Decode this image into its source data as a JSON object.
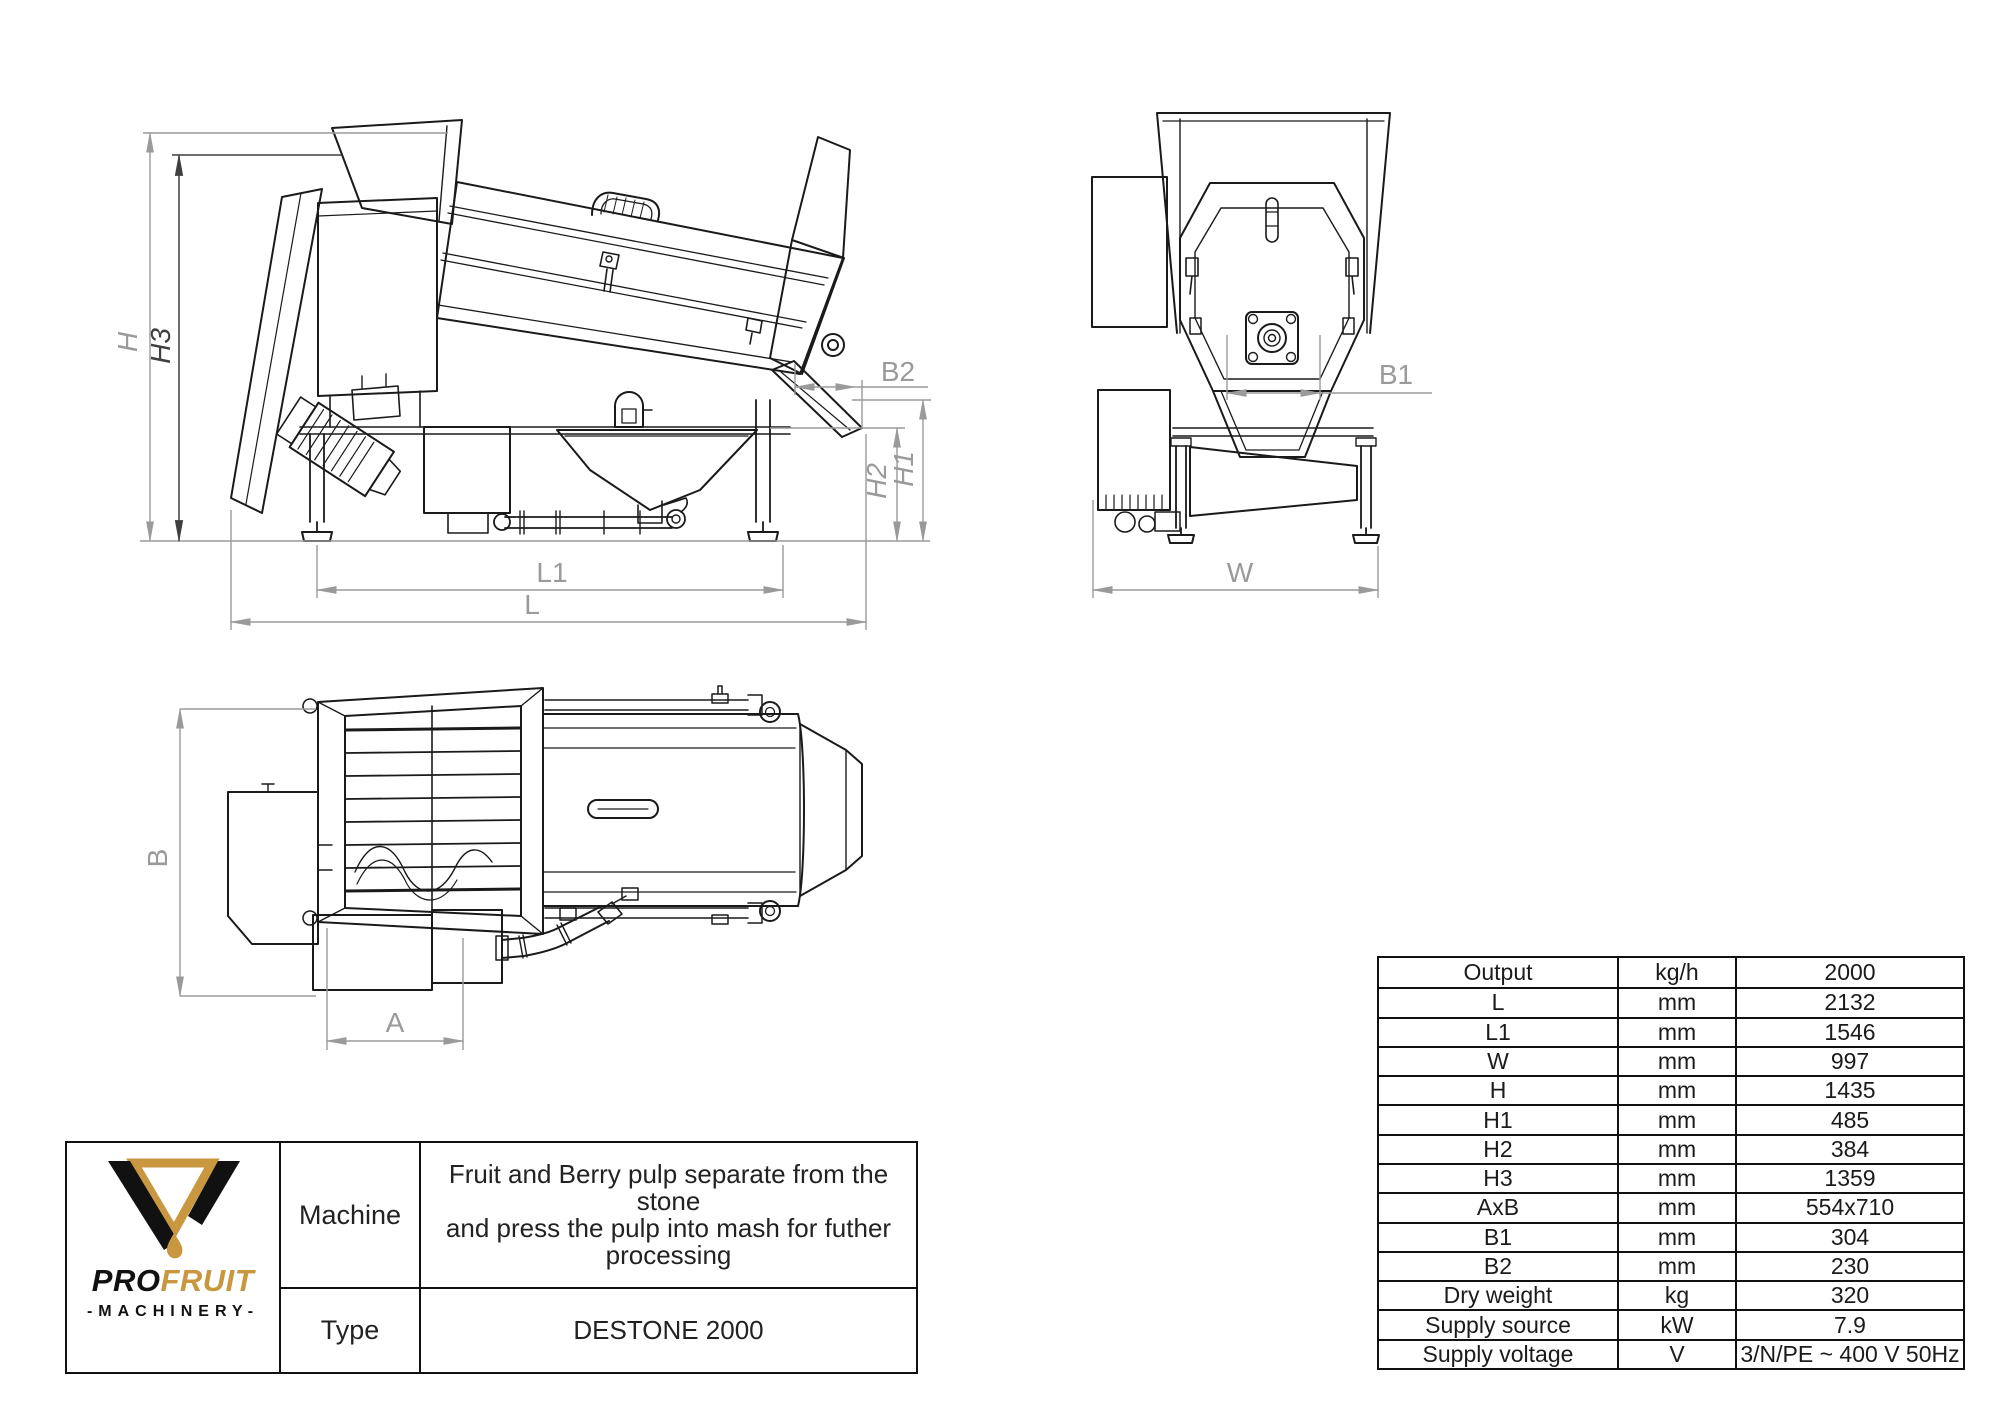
{
  "drawing": {
    "side_view": {
      "labels": {
        "h": "H",
        "h3": "H3",
        "b2": "B2",
        "h2": "H2",
        "h1": "H1",
        "l1": "L1",
        "l": "L"
      }
    },
    "front_view": {
      "labels": {
        "b1": "B1",
        "w": "W"
      }
    },
    "top_view": {
      "labels": {
        "b": "B",
        "a": "A"
      }
    }
  },
  "title_block": {
    "logo": {
      "brand_black": "PRO",
      "brand_gold": "FRUIT",
      "subtitle": "-MACHINERY-"
    },
    "machine_label": "Machine",
    "machine_description_lines": [
      "Fruit and Berry pulp separate from the stone",
      "and press the pulp into mash for futher",
      "processing"
    ],
    "type_label": "Type",
    "type_value": "DESTONE 2000"
  },
  "spec_table": {
    "rows": [
      {
        "param": "Output",
        "unit": "kg/h",
        "value": "2000"
      },
      {
        "param": "L",
        "unit": "mm",
        "value": "2132"
      },
      {
        "param": "L1",
        "unit": "mm",
        "value": "1546"
      },
      {
        "param": "W",
        "unit": "mm",
        "value": "997"
      },
      {
        "param": "H",
        "unit": "mm",
        "value": "1435"
      },
      {
        "param": "H1",
        "unit": "mm",
        "value": "485"
      },
      {
        "param": "H2",
        "unit": "mm",
        "value": "384"
      },
      {
        "param": "H3",
        "unit": "mm",
        "value": "1359"
      },
      {
        "param": "AxB",
        "unit": "mm",
        "value": "554x710"
      },
      {
        "param": "B1",
        "unit": "mm",
        "value": "304"
      },
      {
        "param": "B2",
        "unit": "mm",
        "value": "230"
      },
      {
        "param": "Dry weight",
        "unit": "kg",
        "value": "320"
      },
      {
        "param": "Supply source",
        "unit": "kW",
        "value": "7.9"
      },
      {
        "param": "Supply voltage",
        "unit": "V",
        "value": "3/N/PE ~ 400 V 50Hz"
      }
    ]
  },
  "colors": {
    "line": "#1a1a1a",
    "dim": "#9a9a9a",
    "dim_dark": "#3f3f3f",
    "gold": "#c9973f",
    "black": "#111111"
  }
}
